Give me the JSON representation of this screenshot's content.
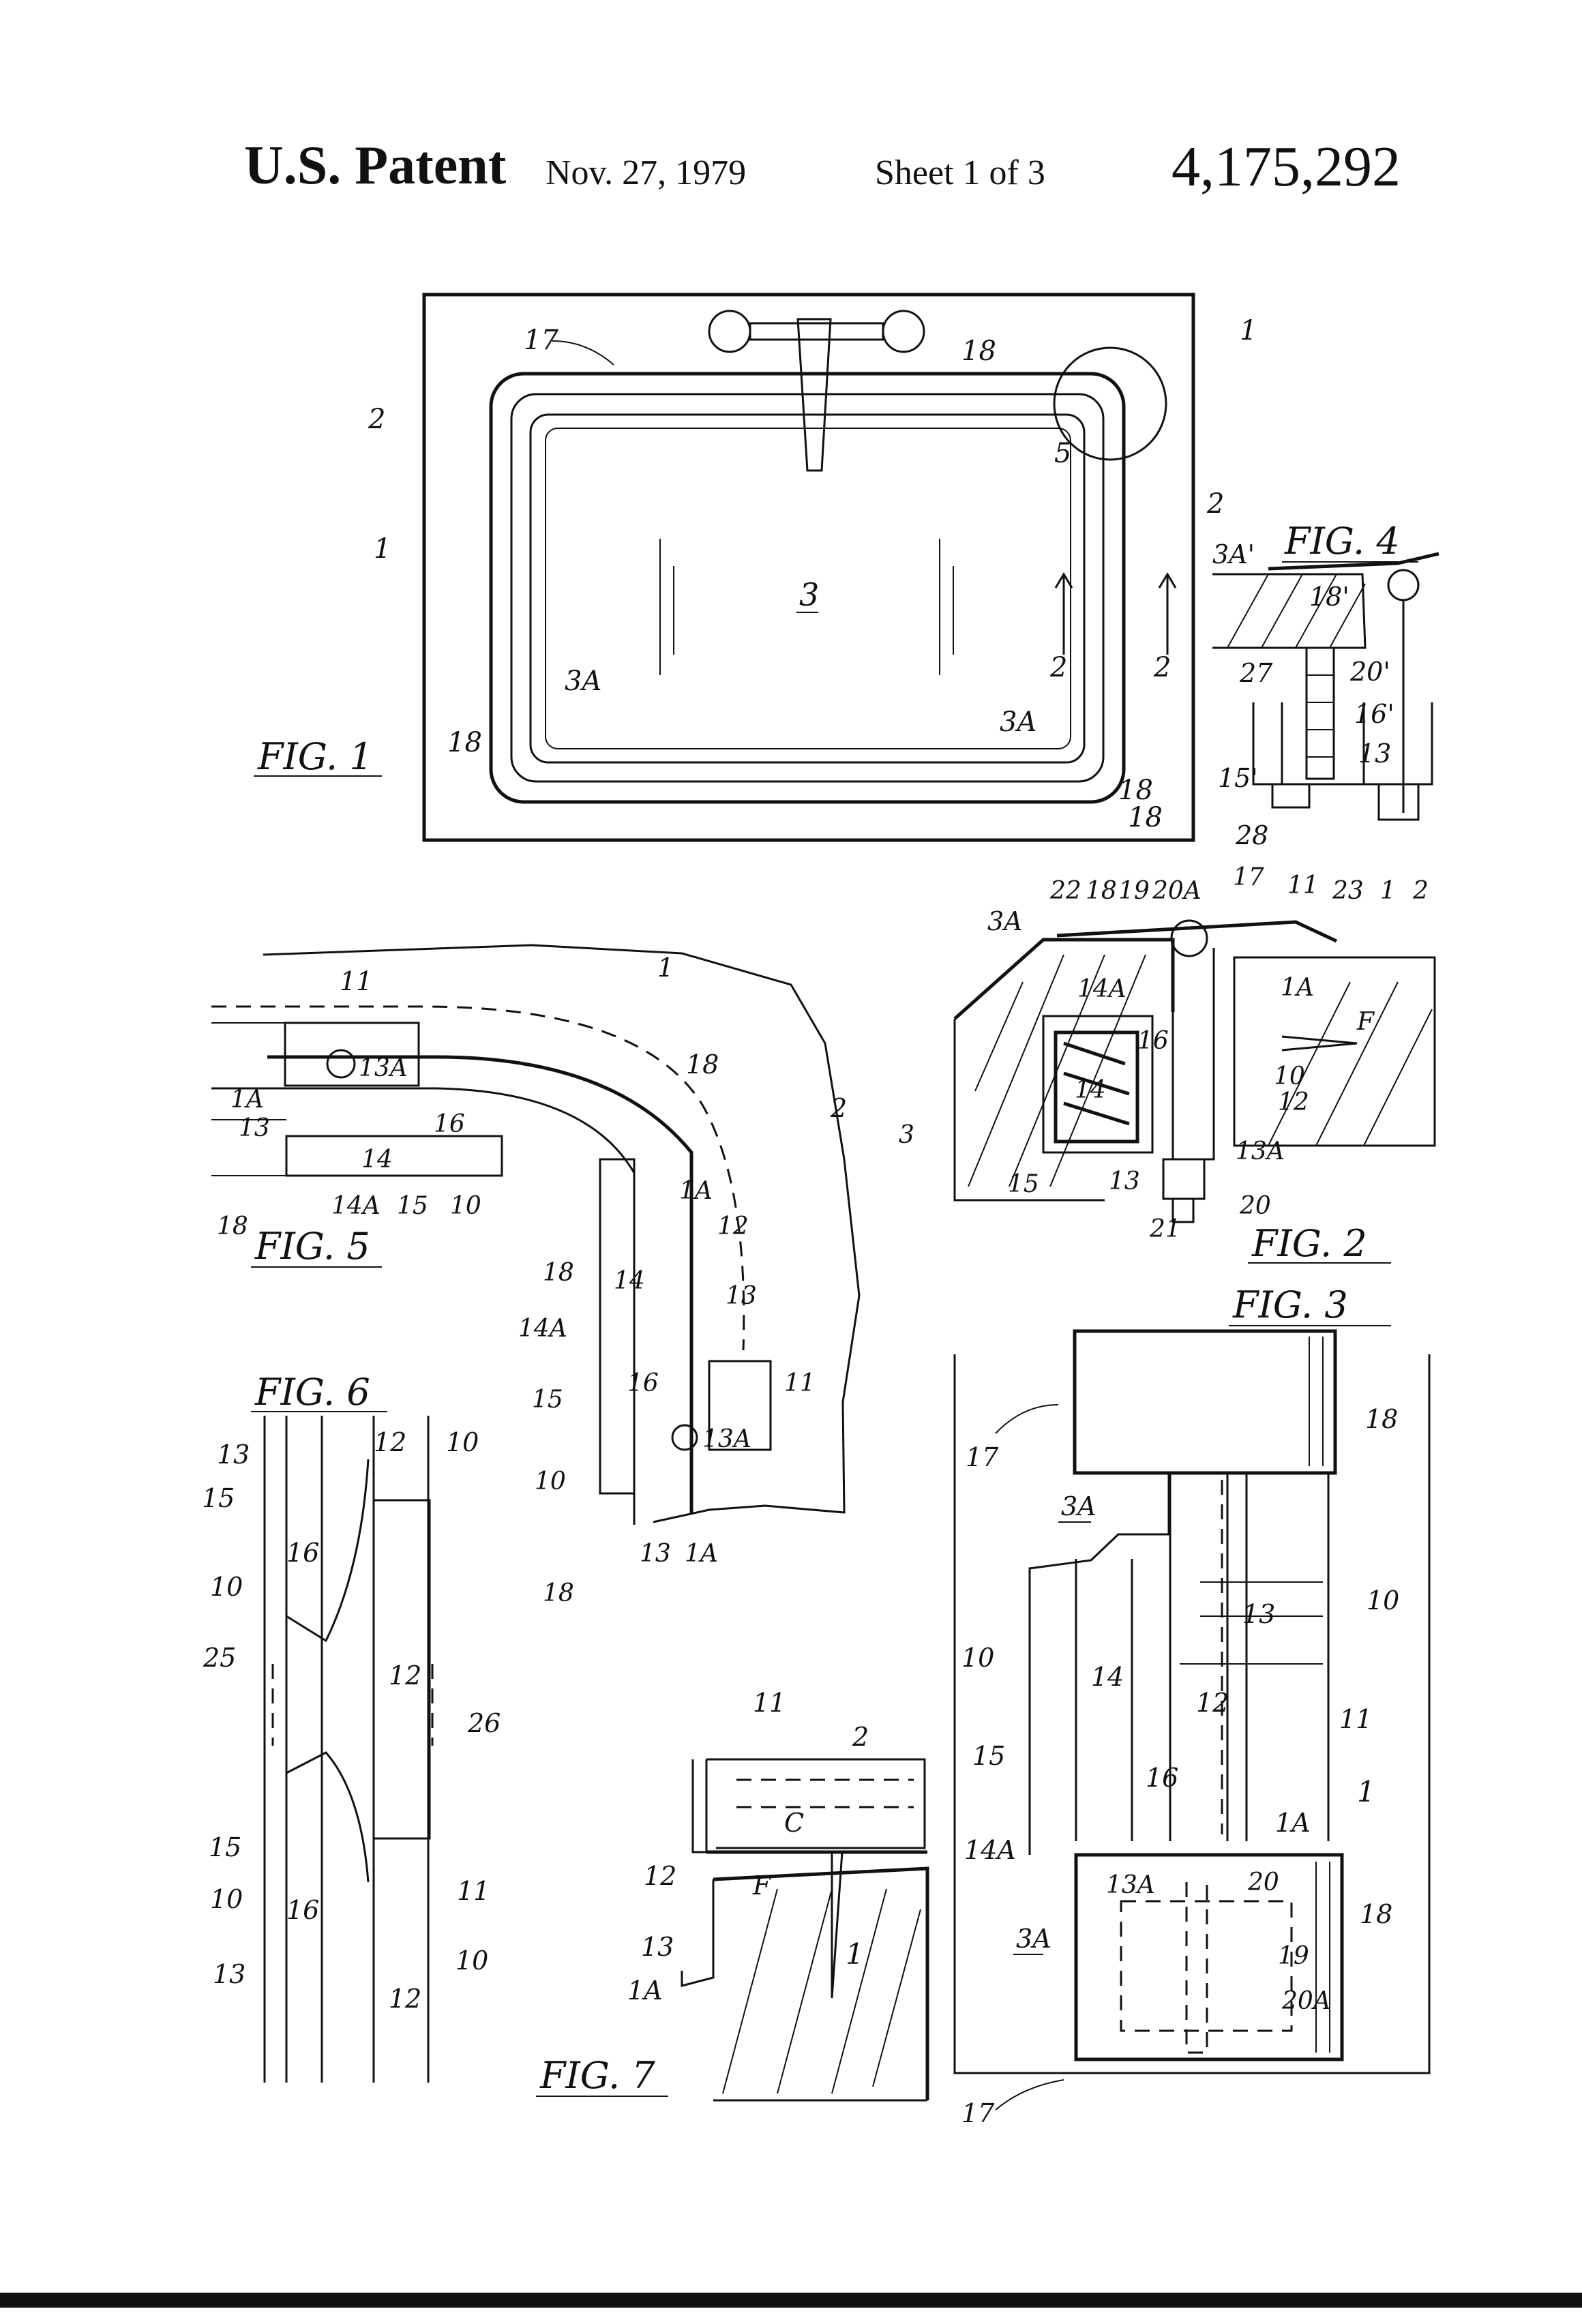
{
  "header": {
    "title": "U.S. Patent",
    "date": "Nov. 27, 1979",
    "sheet": "Sheet 1 of 3",
    "patent_number": "4,175,292"
  },
  "figures": {
    "fig1": {
      "caption": "FIG. 1",
      "labels": [
        "17",
        "18",
        "1",
        "2",
        "2",
        "1",
        "5",
        "3",
        "3A",
        "3A",
        "18",
        "18",
        "18",
        "2",
        "2"
      ]
    },
    "fig2": {
      "caption": "FIG. 2",
      "labels": [
        "3A",
        "22",
        "18",
        "19",
        "20A",
        "17",
        "11",
        "23",
        "1",
        "2",
        "14A",
        "1A",
        "16",
        "14",
        "F",
        "10",
        "12",
        "3",
        "15",
        "13",
        "13A",
        "20",
        "21"
      ]
    },
    "fig3": {
      "caption": "FIG. 3",
      "labels": [
        "18",
        "17",
        "3A",
        "13",
        "10",
        "10",
        "14",
        "12",
        "11",
        "15",
        "16",
        "1A",
        "1",
        "14A",
        "13A",
        "20",
        "18",
        "3A",
        "19",
        "20A",
        "17"
      ]
    },
    "fig4": {
      "caption": "FIG. 4",
      "labels": [
        "3A'",
        "18'",
        "27",
        "20'",
        "16'",
        "15'",
        "13",
        "28"
      ]
    },
    "fig5": {
      "caption": "FIG. 5",
      "labels": [
        "11",
        "1",
        "1A",
        "13A",
        "18",
        "13",
        "16",
        "14",
        "2",
        "14A",
        "15",
        "10",
        "1A",
        "12",
        "18",
        "18",
        "14",
        "13",
        "14A",
        "16",
        "11",
        "15",
        "13A",
        "10",
        "18",
        "13",
        "1A"
      ]
    },
    "fig6": {
      "caption": "FIG. 6",
      "labels": [
        "13",
        "12",
        "10",
        "15",
        "16",
        "10",
        "25",
        "12",
        "26",
        "15",
        "10",
        "16",
        "11",
        "13",
        "10",
        "12"
      ]
    },
    "fig7": {
      "caption": "FIG. 7",
      "labels": [
        "11",
        "2",
        "C",
        "F",
        "12",
        "13",
        "1A",
        "1"
      ]
    }
  },
  "colors": {
    "ink": "#111111",
    "paper": "#ffffff"
  }
}
